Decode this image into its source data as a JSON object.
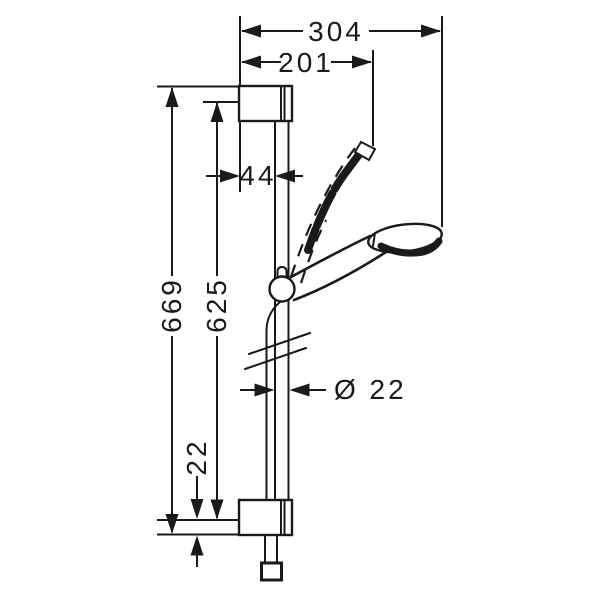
{
  "drawing": {
    "type": "shower-slide-bar-dimension-drawing",
    "dimensions": {
      "reach_total": "304",
      "reach_upright": "201",
      "wall_to_bar": "44",
      "bar_length_total": "669",
      "hole_spacing": "625",
      "bar_diameter": "Ø 22",
      "bottom_end_offset": "22"
    },
    "colors": {
      "line": "#1a1a1a",
      "background": "#ffffff"
    }
  }
}
